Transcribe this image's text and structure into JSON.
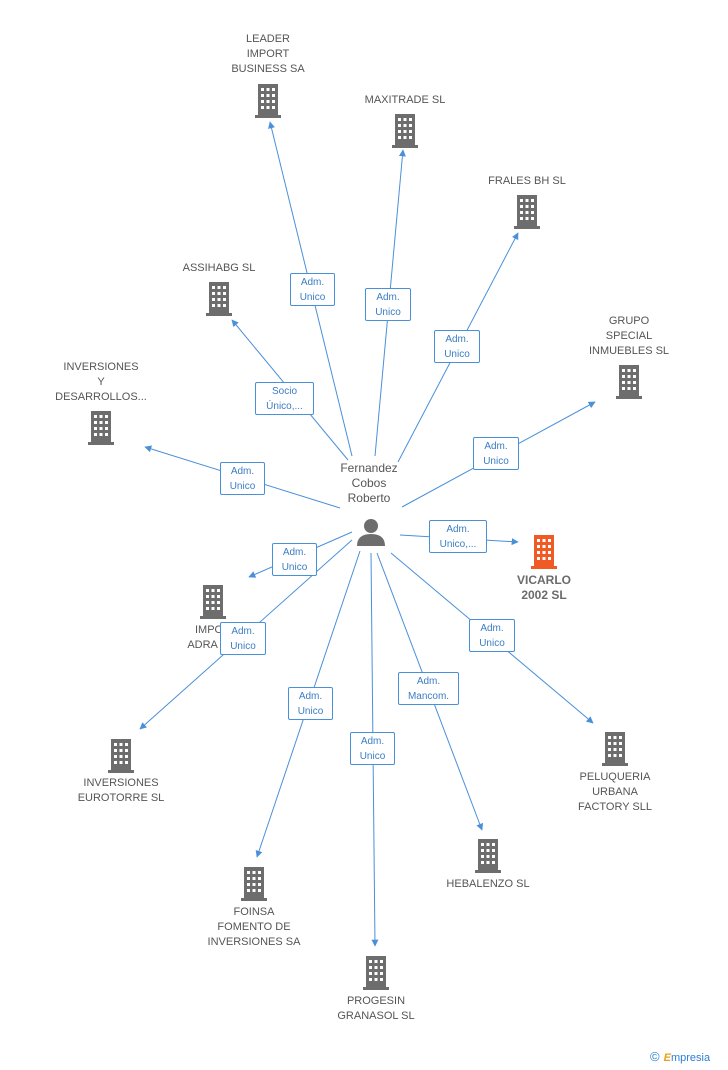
{
  "center": {
    "name": "Fernandez\nCobos\nRoberto",
    "icon": "person-icon"
  },
  "main_company": {
    "name": "VICARLO\n2002 SL",
    "color": "#f05a24"
  },
  "colors": {
    "edge": "#4a90d9",
    "building": "#6d6d6d",
    "main": "#f05a24"
  },
  "companies": [
    {
      "id": "leader",
      "name": "LEADER\nIMPORT\nBUSINESS SA",
      "role": "Adm.\nUnico"
    },
    {
      "id": "maxitrade",
      "name": "MAXITRADE  SL",
      "role": "Adm.\nUnico"
    },
    {
      "id": "frales",
      "name": "FRALES BH SL",
      "role": "Adm.\nUnico"
    },
    {
      "id": "assihabg",
      "name": "ASSIHABG  SL",
      "role": "Socio\nÚnico,..."
    },
    {
      "id": "grupo",
      "name": "GRUPO\nSPECIAL\nINMUEBLES SL",
      "role": "Adm.\nUnico"
    },
    {
      "id": "inversiones-desarrollos",
      "name": "INVERSIONES\nY\nDESARROLLOS...",
      "role": "Adm.\nUnico"
    },
    {
      "id": "vicarlo",
      "name": "VICARLO\n2002 SL",
      "role": "Adm.\nUnico,..."
    },
    {
      "id": "import-adra",
      "name": "IMPOR\nADRA 201",
      "role": "Adm.\nUnico"
    },
    {
      "id": "eurotorre",
      "name": "INVERSIONES\nEUROTORRE SL",
      "role": "Adm.\nUnico"
    },
    {
      "id": "peluqueria",
      "name": "PELUQUERIA\nURBANA\nFACTORY  SLL",
      "role": "Adm.\nUnico"
    },
    {
      "id": "foinsa",
      "name": "FOINSA\nFOMENTO DE\nINVERSIONES SA",
      "role": "Adm.\nUnico"
    },
    {
      "id": "hebalenzo",
      "name": "HEBALENZO SL",
      "role": "Adm.\nMancom."
    },
    {
      "id": "progesin",
      "name": "PROGESIN\nGRANASOL  SL",
      "role": "Adm.\nUnico"
    }
  ],
  "watermark": {
    "copyright": "©",
    "brand_initial": "E",
    "brand_rest": "mpresia"
  }
}
